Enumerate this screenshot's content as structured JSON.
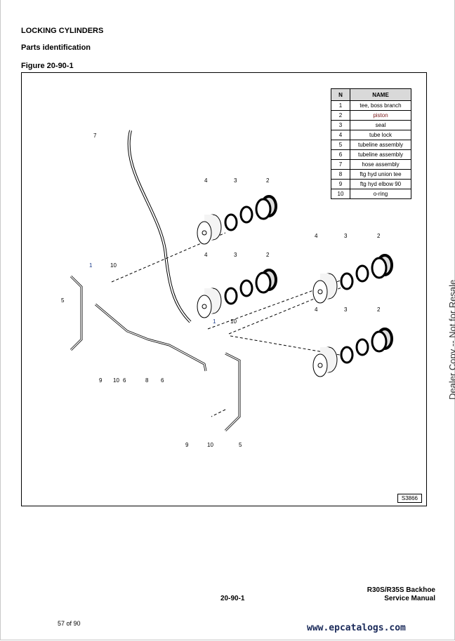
{
  "header": {
    "title": "LOCKING CYLINDERS",
    "subtitle": "Parts identification",
    "figure_label": "Figure 20-90-1"
  },
  "parts_table": {
    "columns": [
      "N",
      "NAME"
    ],
    "rows": [
      {
        "n": "1",
        "name": "tee, boss branch"
      },
      {
        "n": "2",
        "name": "piston"
      },
      {
        "n": "3",
        "name": "seal"
      },
      {
        "n": "4",
        "name": "tube lock"
      },
      {
        "n": "5",
        "name": "tubeline assembly"
      },
      {
        "n": "6",
        "name": "tubeline assembly"
      },
      {
        "n": "7",
        "name": "hose assembly"
      },
      {
        "n": "8",
        "name": "ftg hyd union tee"
      },
      {
        "n": "9",
        "name": "ftg hyd elbow 90"
      },
      {
        "n": "10",
        "name": "o-ring"
      }
    ]
  },
  "callouts": [
    "7",
    "4",
    "3",
    "2",
    "4",
    "3",
    "2",
    "1",
    "10",
    "5",
    "4",
    "3",
    "2",
    "1",
    "10",
    "4",
    "3",
    "2",
    "9",
    "10",
    "6",
    "8",
    "6",
    "9",
    "10",
    "5"
  ],
  "figure_code": "S3866",
  "side_text": "Dealer Copy -- Not for Resale",
  "footer": {
    "page_code": "20-90-1",
    "model": "R30S/R35S Backhoe",
    "manual": "Service Manual",
    "page_count": "57 of 90",
    "watermark": "www.epcatalogs.com"
  }
}
